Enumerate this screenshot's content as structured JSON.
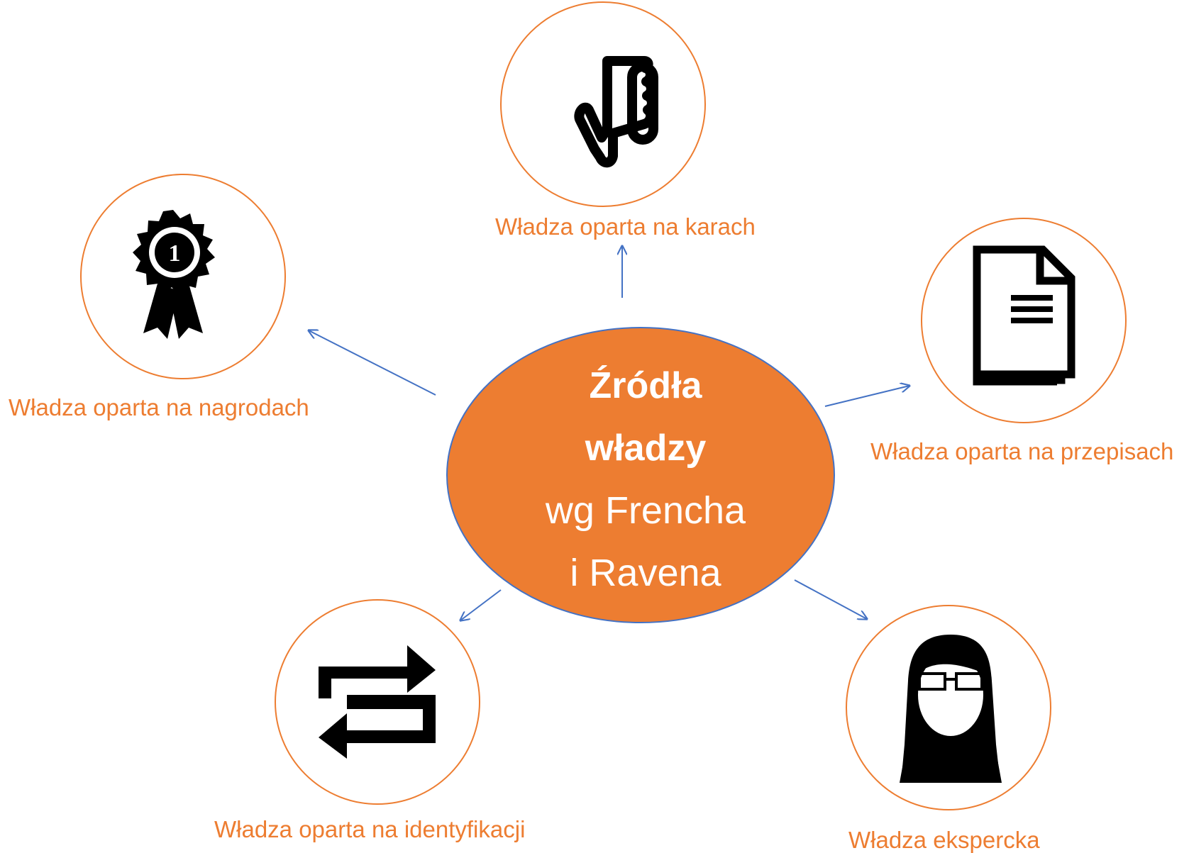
{
  "colors": {
    "accent": "#ED7D31",
    "arrow": "#4472C4",
    "icon": "#000000",
    "center_text": "#FFFFFF"
  },
  "center": {
    "line1": "Źródła",
    "line2": "władzy",
    "line3": "wg Frencha",
    "line4": "i Ravena"
  },
  "nodes": {
    "punishment": {
      "label": "Władza oparta na karach",
      "icon": "thumbs-down-icon"
    },
    "reward": {
      "label": "Władza oparta na nagrodach",
      "icon": "award-ribbon-icon"
    },
    "rules": {
      "label": "Władza oparta na przepisach",
      "icon": "document-icon"
    },
    "identification": {
      "label": "Władza oparta na identyfikacji",
      "icon": "repeat-arrows-icon"
    },
    "expert": {
      "label": "Władza ekspercka",
      "icon": "expert-woman-icon"
    }
  }
}
